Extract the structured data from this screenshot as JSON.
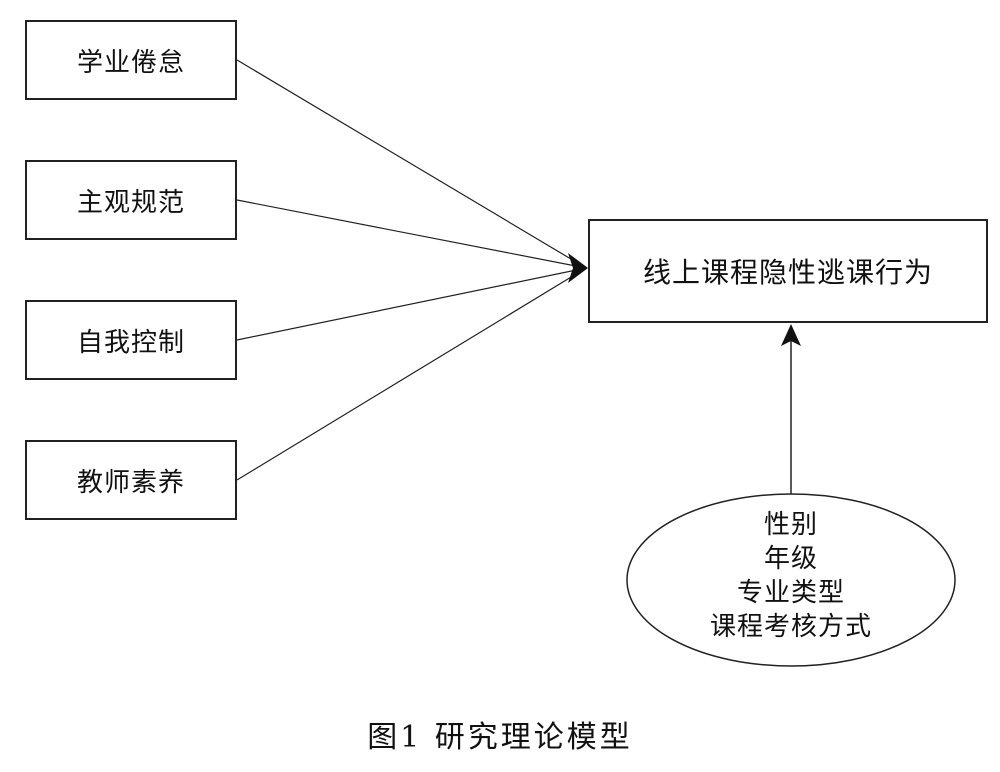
{
  "factors": [
    "学业倦怠",
    "主观规范",
    "自我控制",
    "教师素养"
  ],
  "outcome": "线上课程隐性逃课行为",
  "controls": [
    "性别",
    "年级",
    "专业类型",
    "课程考核方式"
  ],
  "caption": "图1  研究理论模型",
  "colors": {
    "line": "#222222",
    "background": "#ffffff"
  }
}
